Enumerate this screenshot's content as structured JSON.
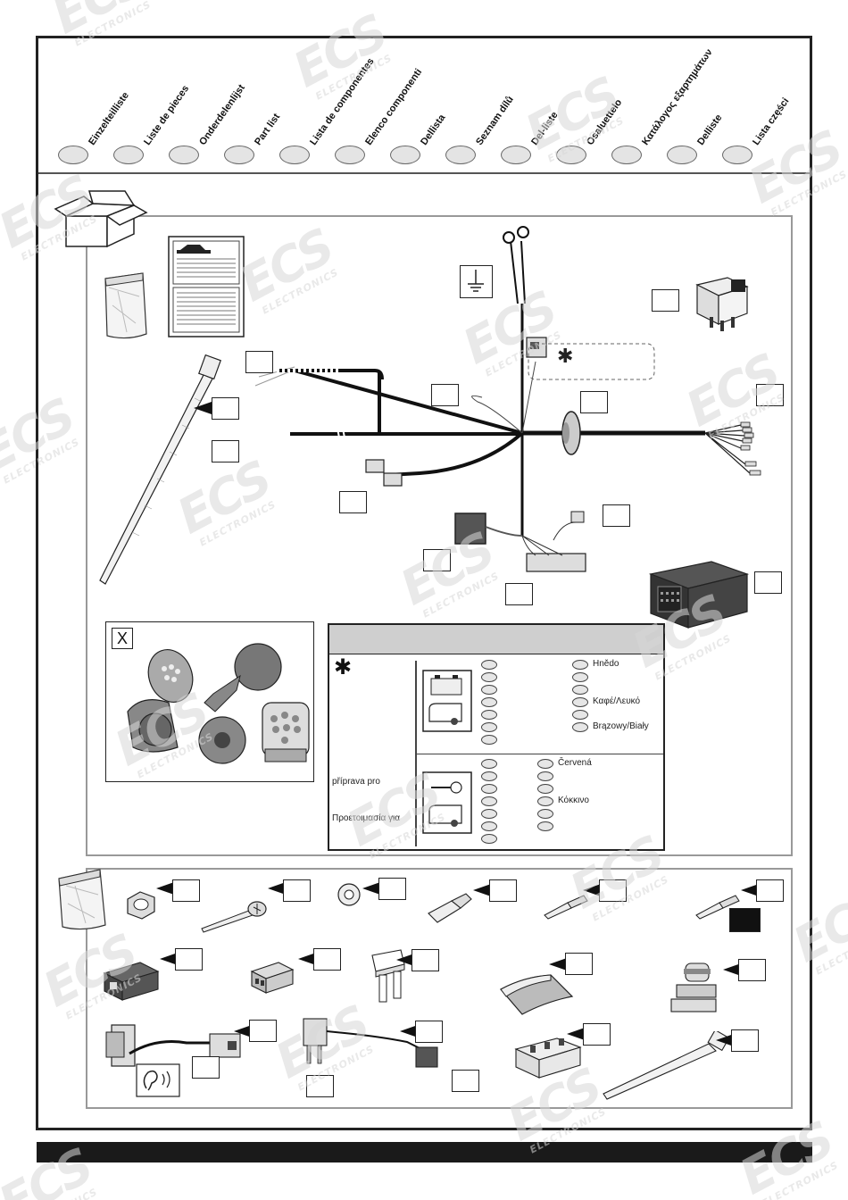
{
  "languages": [
    {
      "label": "Einzelteilliste"
    },
    {
      "label": "Liste de pieces"
    },
    {
      "label": "Onderdelenlijst"
    },
    {
      "label": "Part list"
    },
    {
      "label": "Lista de componentes"
    },
    {
      "label": "Elenco componenti"
    },
    {
      "label": "Dellista"
    },
    {
      "label": "Seznam dílů"
    },
    {
      "label": "Del-liste"
    },
    {
      "label": "Osaluettelo"
    },
    {
      "label": "Κατάλογος εξαρτημάτων"
    },
    {
      "label": "Delliste"
    },
    {
      "label": "Lista części"
    }
  ],
  "kit_box": {
    "x_marker": "X",
    "star_marker": "✱"
  },
  "wire_table": {
    "star": "✱",
    "top_colors": {
      "col2": [
        "Hnědo",
        "",
        "Καφέ/Λευκό",
        "Brązowy/Biały"
      ]
    },
    "bottom_colors": {
      "col2": [
        "Červená",
        "",
        "Κόκκινο",
        ""
      ]
    },
    "prep_labels": [
      "příprava pro",
      "Προετοιμασία για"
    ]
  },
  "watermark": {
    "brand": "ECS",
    "sub": "ELECTRONICS"
  }
}
